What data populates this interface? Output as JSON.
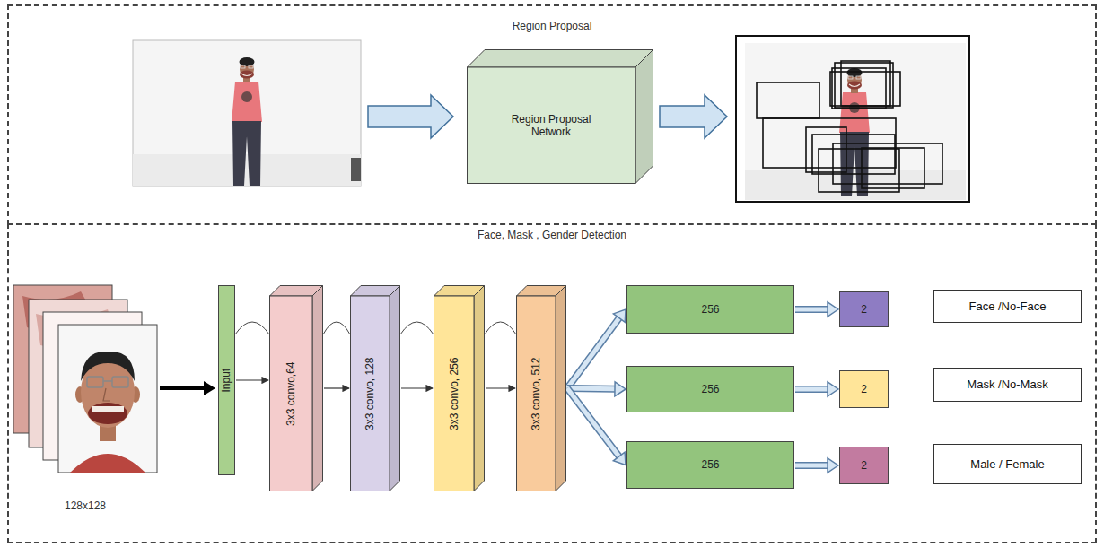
{
  "diagram": {
    "nodes": [
      {
        "text": [
          "Region Proposal"
        ]
      },
      {
        "text": [
          "Region Proposal Network"
        ],
        "in": 0
      },
      {
        "text": [
          "Face, Mask , Gender Detection"
        ]
      },
      {
        "text": [
          "Input"
        ],
        "in": 2
      },
      {
        "text": [
          "3x3 convo,64"
        ],
        "in": 2
      },
      {
        "text": [
          "3x3 convo, 128"
        ],
        "in": 2
      },
      {
        "text": [
          "3x3 convo, 256"
        ],
        "in": 2
      },
      {
        "text": [
          "3x3 convo, 512"
        ],
        "in": 2
      },
      {
        "text": [
          "256"
        ],
        "in": 2
      },
      {
        "text": [
          "256"
        ],
        "in": 2
      },
      {
        "text": [
          "256"
        ],
        "in": 2
      },
      {
        "text": [
          "2"
        ],
        "in": 2
      },
      {
        "text": [
          "2"
        ],
        "in": 2
      },
      {
        "text": [
          "2"
        ],
        "in": 2
      },
      {
        "text": [
          "Face /No-Face"
        ],
        "in": 2
      },
      {
        "text": [
          "Mask /No-Mask"
        ],
        "in": 2
      },
      {
        "text": [
          "Male / Female"
        ],
        "in": 2
      }
    ],
    "edges": [
      {
        "from": 3,
        "to": 4,
        "arrow": "to"
      },
      {
        "from": 4,
        "to": 5,
        "arrow": "to"
      },
      {
        "from": 5,
        "to": 6,
        "arrow": "to"
      },
      {
        "from": 6,
        "to": 7,
        "arrow": "to"
      },
      {
        "from": 7,
        "to": 8,
        "arrow": "to"
      },
      {
        "from": 7,
        "to": 9,
        "arrow": "to"
      },
      {
        "from": 7,
        "to": 10,
        "arrow": "to"
      },
      {
        "from": 8,
        "to": 11,
        "arrow": "to"
      },
      {
        "from": 9,
        "to": 12,
        "arrow": "to"
      },
      {
        "from": 10,
        "to": 13,
        "arrow": "to"
      }
    ],
    "labels": [
      "128x128"
    ]
  }
}
